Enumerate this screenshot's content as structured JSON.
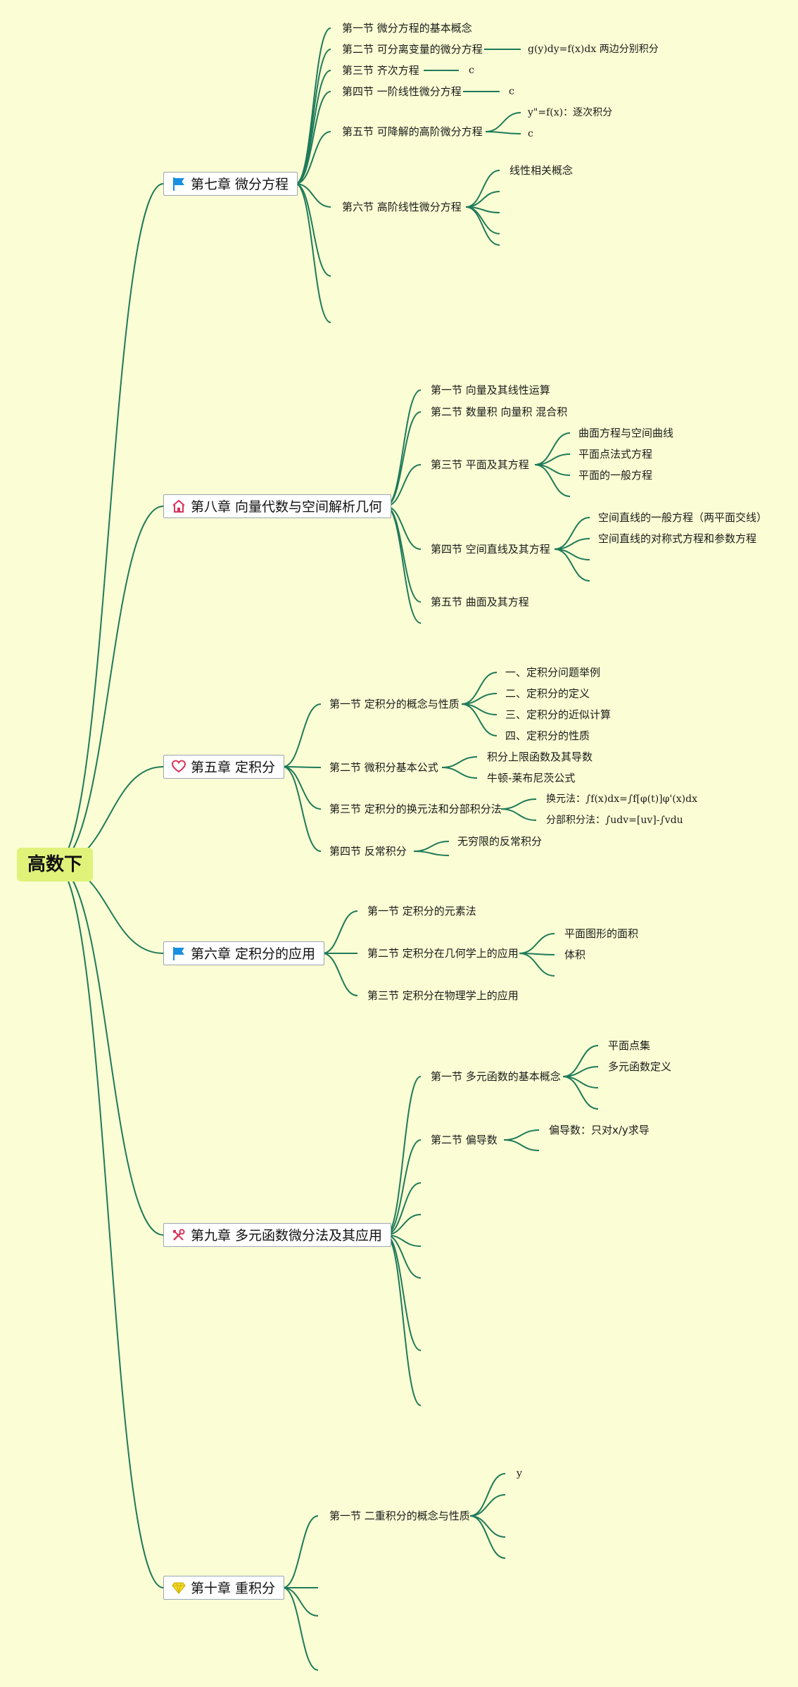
{
  "root": {
    "label": "高数下"
  },
  "colors": {
    "background": "#fbfed4",
    "edge": "#1f7a5a",
    "root_fill": "#e0f27a"
  },
  "chapters": {
    "c7": {
      "label": "第七章 微分方程",
      "icon": "blue-flag-icon"
    },
    "c8": {
      "label": "第八章 向量代数与空间解析几何",
      "icon": "home-icon"
    },
    "c5": {
      "label": "第五章 定积分",
      "icon": "heart-icon"
    },
    "c6": {
      "label": "第六章 定积分的应用",
      "icon": "blue-flag-icon"
    },
    "c9": {
      "label": "第九章 多元函数微分法及其应用",
      "icon": "tools-icon"
    },
    "c10": {
      "label": "第十章 重积分",
      "icon": "diamond-icon"
    }
  },
  "sections": {
    "c7": [
      "第一节 微分方程的基本概念",
      "第二节 可分离变量的微分方程",
      "第三节 齐次方程",
      "第四节 一阶线性微分方程",
      "第五节 可降解的高阶微分方程",
      "第六节 高阶线性微分方程"
    ],
    "c8": [
      "第一节 向量及其线性运算",
      "第二节 数量积 向量积 混合积",
      "第三节 平面及其方程",
      "第四节 空间直线及其方程",
      "第五节 曲面及其方程"
    ],
    "c5": [
      "第一节 定积分的概念与性质",
      "第二节 微积分基本公式",
      "第三节 定积分的换元法和分部积分法",
      "第四节 反常积分"
    ],
    "c6": [
      "第一节 定积分的元素法",
      "第二节 定积分在几何学上的应用",
      "第三节 定积分在物理学上的应用"
    ],
    "c9": [
      "第一节 多元函数的基本概念",
      "第二节 偏导数"
    ],
    "c10": [
      "第一节 二重积分的概念与性质"
    ]
  },
  "details": {
    "c7s2": [
      "g(y)dy=f(x)dx 两边分别积分"
    ],
    "c7s3": [
      "c"
    ],
    "c7s4": [
      "c"
    ],
    "c7s5": [
      "y\"=f(x)：逐次积分",
      "c"
    ],
    "c7s6": [
      "线性相关概念"
    ],
    "c8s3": [
      "曲面方程与空间曲线",
      "平面点法式方程",
      "平面的一般方程"
    ],
    "c8s4": [
      "空间直线的一般方程（两平面交线）",
      "空间直线的对称式方程和参数方程"
    ],
    "c5s1": [
      "一、定积分问题举例",
      "二、定积分的定义",
      "三、定积分的近似计算",
      "四、定积分的性质"
    ],
    "c5s2": [
      "积分上限函数及其导数",
      "牛顿-莱布尼茨公式"
    ],
    "c5s3": [
      "换元法：∫f(x)dx=∫f[φ(t)]φ'(x)dx",
      "分部积分法：∫udv=[uv]-∫vdu"
    ],
    "c5s4": [
      "无穷限的反常积分"
    ],
    "c6s2": [
      "平面图形的面积",
      "体积"
    ],
    "c9s1": [
      "平面点集",
      "多元函数定义"
    ],
    "c9s2": [
      "偏导数：只对x/y求导"
    ],
    "c10s1": [
      "y"
    ]
  }
}
